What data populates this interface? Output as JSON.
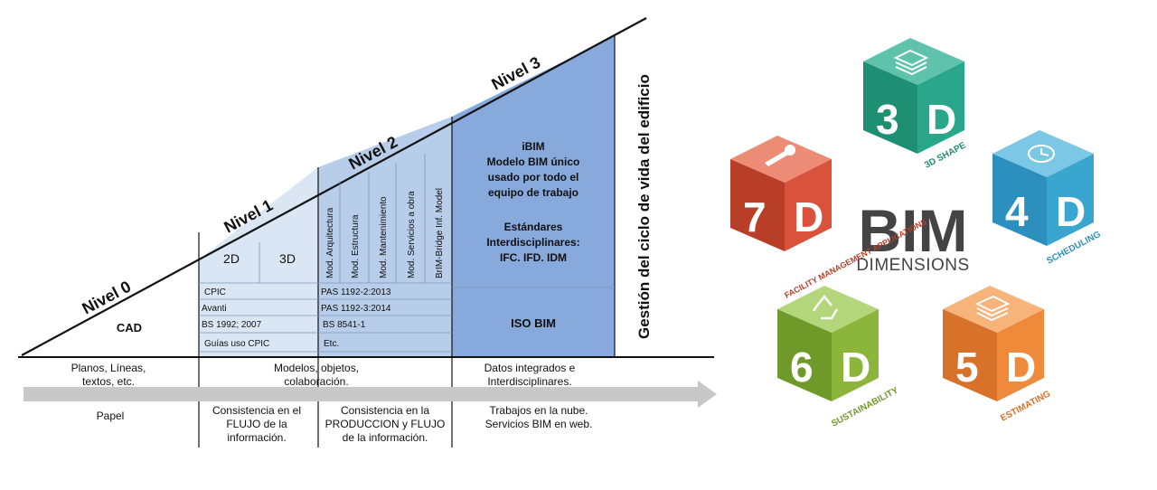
{
  "levels": {
    "nivel0": "Nivel 0",
    "nivel1": "Nivel 1",
    "nivel2": "Nivel 2",
    "nivel3": "Nivel 3"
  },
  "nivel0_box": "CAD",
  "nivel1_tabs": [
    "2D",
    "3D"
  ],
  "nivel1_rows": [
    "CPIC",
    "Avanti",
    "BS 1992; 2007",
    "Guías uso CPIC"
  ],
  "nivel2_models": [
    "Mod. Arquitectura",
    "Mod. Estructura",
    "Mod. Mantenimiento",
    "Mod. Servicios a obra",
    "BrIM-Bridge Inf. Model"
  ],
  "nivel2_rows": [
    "PAS 1192-2:2013",
    "PAS 1192-3:2014",
    "BS 8541-1",
    "Etc."
  ],
  "nivel3_lines": [
    "iBIM",
    "Modelo BIM único",
    "usado por todo el",
    "equipo de trabajo",
    "",
    "Estándares",
    "Interdisciplinares:",
    "IFC. IFD. IDM"
  ],
  "nivel3_standard": "ISO BIM",
  "lifecycle": "Gestión del ciclo de vida del edificio",
  "row1": {
    "c0": [
      "Planos, Líneas,",
      "textos, etc."
    ],
    "c1": [
      "Modelos, objetos,",
      "colaboración."
    ],
    "c3": [
      "Datos integrados e",
      "Interdisciplinares."
    ]
  },
  "row2": {
    "c0": [
      "Papel"
    ],
    "c1": [
      "Consistencia en el",
      "FLUJO de la",
      "información."
    ],
    "c2": [
      "Consistencia en la",
      "PRODUCCION y FLUJO",
      "de la información."
    ],
    "c3": [
      "Trabajos en la nube.",
      "Servicios BIM en web."
    ]
  },
  "bim": {
    "title": "BIM",
    "subtitle": "DIMENSIONS",
    "cubes": [
      {
        "num": "3",
        "letter": "D",
        "label": "3D SHAPE",
        "color": "#2aa68a",
        "icon": "layers-icon"
      },
      {
        "num": "4",
        "letter": "D",
        "label": "SCHEDULING",
        "color": "#3aa6cf",
        "icon": "clock-icon"
      },
      {
        "num": "5",
        "letter": "D",
        "label": "ESTIMATING",
        "color": "#ef8a3a",
        "icon": "money-stack-icon"
      },
      {
        "num": "6",
        "letter": "D",
        "label": "SUSTAINABILITY",
        "color": "#8bb53b",
        "icon": "recycle-icon"
      },
      {
        "num": "7",
        "letter": "D",
        "label": "FACILITY MANAGEMENT APPLICATIONS",
        "color": "#d9533c",
        "icon": "wrench-icon"
      }
    ]
  },
  "colors": {
    "nivel1_fill": "#dbe6f4",
    "nivel2_fill": "#b8cde9",
    "nivel3_fill": "#87a9dc",
    "arrow": "#c8c8c8"
  }
}
